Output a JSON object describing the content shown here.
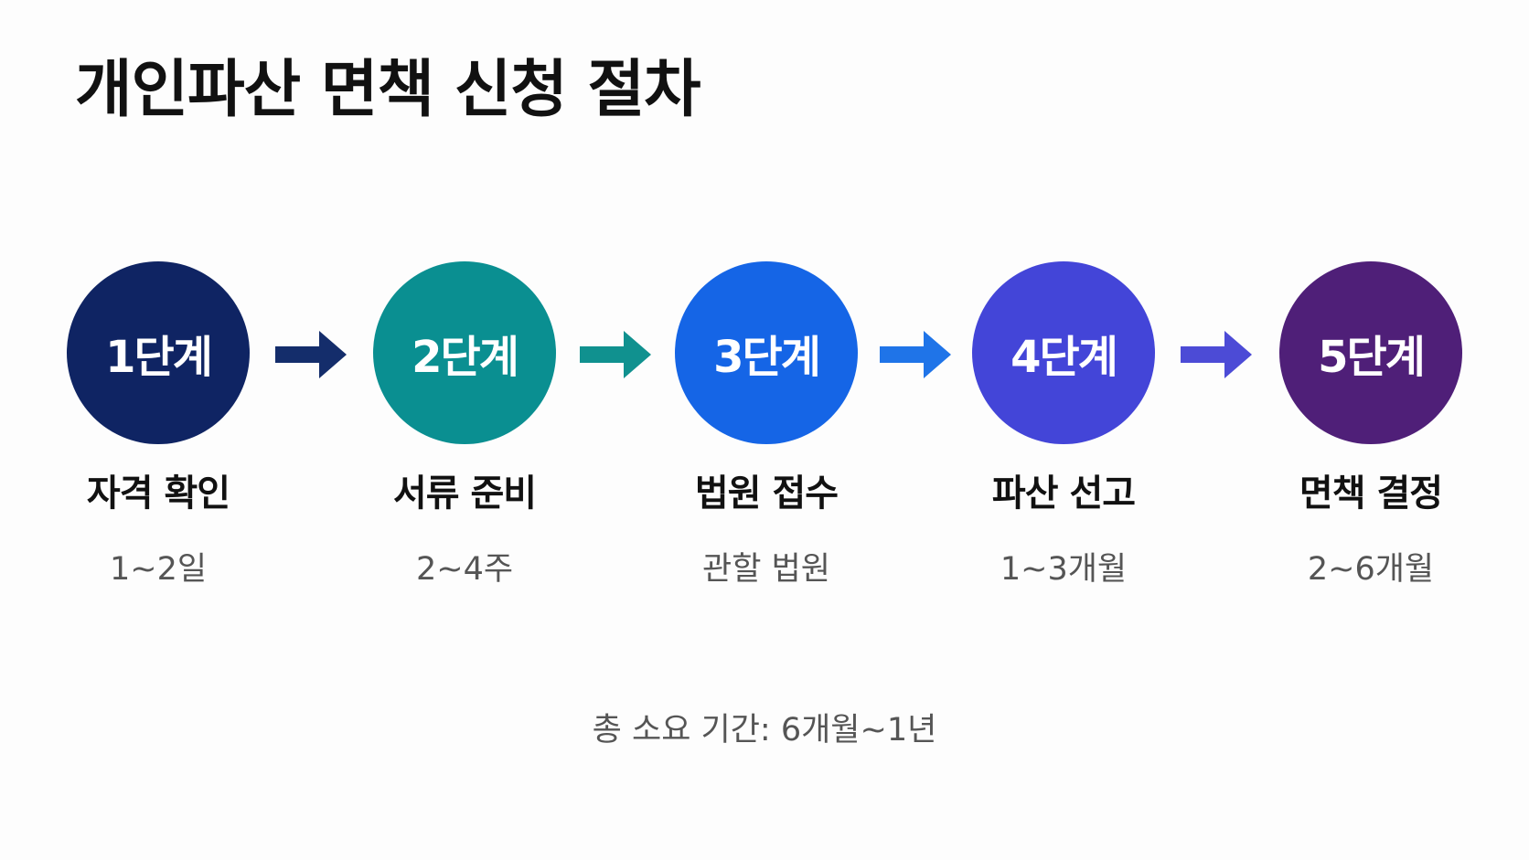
{
  "title": "개인파산 면책 신청 절차",
  "steps": [
    {
      "label": "1단계",
      "name": "자격 확인",
      "duration": "1~2일",
      "color": "#0f2463"
    },
    {
      "label": "2단계",
      "name": "서류 준비",
      "duration": "2~4주",
      "color": "#0a8f91"
    },
    {
      "label": "3단계",
      "name": "법원 접수",
      "duration": "관할 법원",
      "color": "#1565e6"
    },
    {
      "label": "4단계",
      "name": "파산 선고",
      "duration": "1~3개월",
      "color": "#4345d8"
    },
    {
      "label": "5단계",
      "name": "면책 결정",
      "duration": "2~6개월",
      "color": "#4f1f78"
    }
  ],
  "arrow_colors": [
    "#142d6b",
    "#10918f",
    "#1f74e8",
    "#4c4bd6"
  ],
  "footer": "총 소요 기간: 6개월~1년"
}
